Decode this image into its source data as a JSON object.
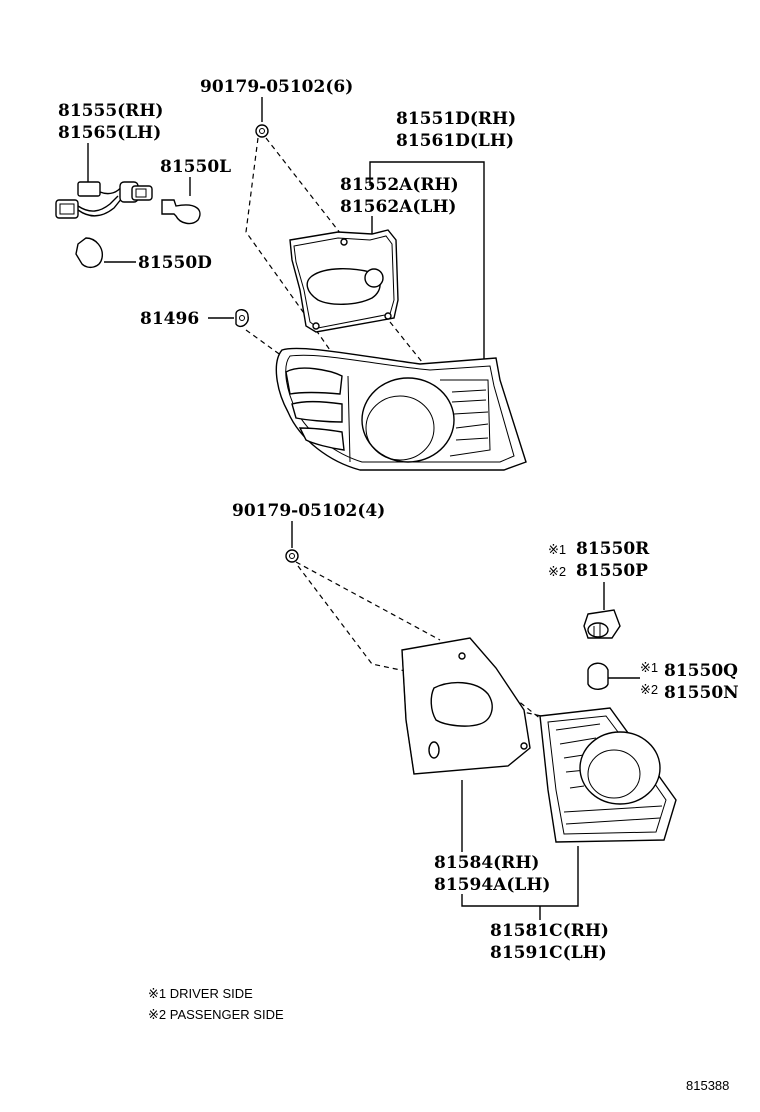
{
  "labels": {
    "screw_upper": "90179-05102(6)",
    "socket_rh": "81555(RH)",
    "socket_lh": "81565(LH)",
    "bulb_81550L": "81550L",
    "bulb_81550D": "81550D",
    "lens_rh": "81551D(RH)",
    "lens_lh": "81561D(LH)",
    "gasket_rh": "81552A(RH)",
    "gasket_lh": "81562A(LH)",
    "clip": "81496",
    "screw_lower": "90179-05102(4)",
    "socket_r_mark": "※1",
    "socket_r": "81550R",
    "socket_p_mark": "※2",
    "socket_p": "81550P",
    "bulb_q_mark": "※1",
    "bulb_q": "81550Q",
    "bulb_n_mark": "※2",
    "bulb_n": "81550N",
    "lower_gasket_rh": "81584(RH)",
    "lower_gasket_lh": "81594A(LH)",
    "lower_lens_rh": "81581C(RH)",
    "lower_lens_lh": "81591C(LH)"
  },
  "notes": {
    "driver": "※1 DRIVER SIDE",
    "passenger": "※2 PASSENGER SIDE"
  },
  "diagram_code": "815388"
}
